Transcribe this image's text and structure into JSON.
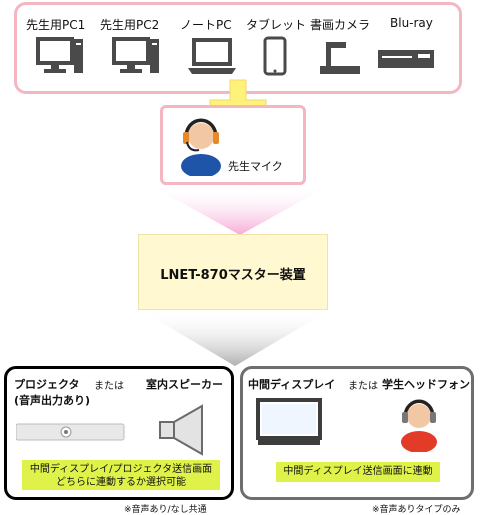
{
  "sources": {
    "devices": [
      {
        "label": "先生用PC1",
        "icon": "desktop-pc-icon"
      },
      {
        "label": "先生用PC2",
        "icon": "desktop-pc-icon"
      },
      {
        "label": "ノートPC",
        "icon": "laptop-icon"
      },
      {
        "label": "タブレット",
        "icon": "tablet-icon"
      },
      {
        "label": "書画カメラ",
        "icon": "document-camera-icon"
      },
      {
        "label": "Blu-ray",
        "icon": "bluray-player-icon"
      }
    ]
  },
  "mic": {
    "label": "先生マイク",
    "icon": "teacher-headset-icon"
  },
  "master": {
    "label": "LNET-870マスター装置"
  },
  "output_left": {
    "projector_title_line1": "プロジェクタ",
    "projector_title_line2": "(音声出力あり)",
    "or": "または",
    "speaker_title": "室内スピーカー",
    "green_line1": "中間ディスプレイ/プロジェクタ送信画面",
    "green_line2": "どちらに連動するか選択可能",
    "note": "※音声あり/なし共通"
  },
  "output_right": {
    "display_title": "中間ディスプレイ",
    "or": "または",
    "headphone_title": "学生ヘッドフォン",
    "green_line1": "中間ディスプレイ送信画面に連動",
    "note": "※音声ありタイプのみ"
  },
  "colors": {
    "pink_border": "#f4b6c0",
    "plus_yellow": "#fff27a",
    "master_fill": "#fff8d0",
    "green_bar": "#dff24a"
  }
}
